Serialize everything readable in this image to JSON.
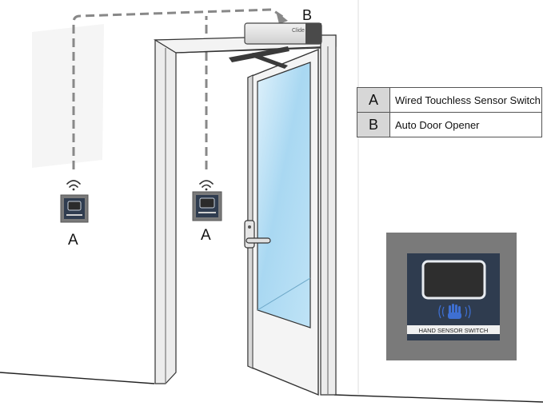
{
  "labels": {
    "left_switch": "A",
    "door_switch": "A",
    "opener": "B"
  },
  "opener_brand": "Clide",
  "legend": [
    {
      "key": "A",
      "text": "Wired Touchless Sensor Switch"
    },
    {
      "key": "B",
      "text": "Auto Door Opener"
    }
  ],
  "inset_caption": "HAND SENSOR SWITCH",
  "colors": {
    "dashed_line": "#888888",
    "glass": "#a9d8f2",
    "switch_plate": "#7a7a7a",
    "switch_body": "#2f3c4f",
    "legend_key_bg": "#d7d7d7"
  }
}
